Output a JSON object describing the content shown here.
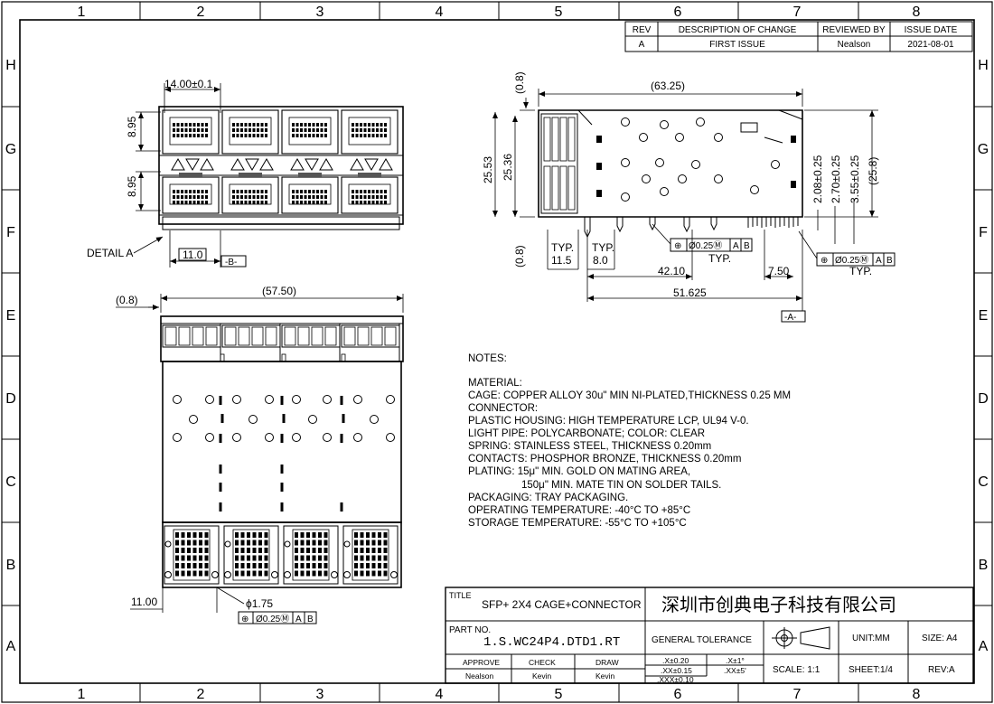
{
  "zones": {
    "columns": [
      "1",
      "2",
      "3",
      "4",
      "5",
      "6",
      "7",
      "8"
    ],
    "rows": [
      "H",
      "G",
      "F",
      "E",
      "D",
      "C",
      "B",
      "A"
    ]
  },
  "revision_table": {
    "headers": [
      "REV",
      "DESCRIPTION OF CHANGE",
      "REVIEWED BY",
      "ISSUE DATE"
    ],
    "rows": [
      [
        "A",
        "FIRST ISSUE",
        "Nealson",
        "2021-08-01"
      ]
    ]
  },
  "front_view": {
    "pitch_dim": "14.00±0.1",
    "upper_port_dim": "8.95",
    "lower_port_dim": "8.95",
    "detail_label": "DETAIL A",
    "bottom_dim": "11.0",
    "datum": "-B-"
  },
  "side_view": {
    "overall_length": "(63.25)",
    "top_offset": "(0.8)",
    "bottom_offset": "(0.8)",
    "height_outer": "25.53",
    "height_inner": "25.36",
    "height_total": "(25.8)",
    "pin_heights": [
      "2.08±0.25",
      "2.70±0.25",
      "3.55±0.25"
    ],
    "typ_label": "TYP.",
    "dim_11_5": "11.5",
    "dim_8_0": "8.0",
    "dim_42_10": "42.10",
    "dim_7_50": "7.50",
    "dim_51_625": "51.625",
    "datum": "-A-",
    "fcf_lead": {
      "symbol": "⊕",
      "tolerance": "Ø0.25Ⓜ",
      "datum1": "A",
      "datum2": "B",
      "note": "TYP."
    },
    "fcf_tail": {
      "symbol": "⊕",
      "tolerance": "Ø0.25Ⓜ",
      "datum1": "A",
      "datum2": "B",
      "note": "TYP."
    }
  },
  "top_view": {
    "width_dim": "(57.50)",
    "edge_dim": "(0.8)",
    "bottom_dim": "11.00",
    "hole_dim": "ϕ1.75",
    "fcf": {
      "symbol": "⊕",
      "tolerance": "Ø0.25Ⓜ",
      "datum1": "A",
      "datum2": "B"
    }
  },
  "notes": {
    "heading": "NOTES:",
    "lines": [
      "MATERIAL:",
      "CAGE: COPPER ALLOY 30u\" MIN NI-PLATED,THICKNESS 0.25 MM",
      "CONNECTOR:",
      "PLASTIC HOUSING: HIGH TEMPERATURE LCP, UL94 V-0.",
      "LIGHT PIPE: POLYCARBONATE; COLOR: CLEAR",
      "SPRING: STAINLESS STEEL, THICKNESS 0.20mm",
      "CONTACTS: PHOSPHOR BRONZE, THICKNESS 0.20mm",
      "PLATING: 15μ\" MIN. GOLD ON MATING AREA,",
      "150μ\" MIN. MATE TIN ON SOLDER TAILS.",
      "PACKAGING: TRAY PACKAGING.",
      "OPERATING TEMPERATURE: -40°C TO +85°C",
      "STORAGE TEMPERATURE: -55°C TO +105°C"
    ]
  },
  "title_block": {
    "title_label": "TITLE",
    "title": "SFP+ 2X4 CAGE+CONNECTOR",
    "company": "深圳市创典电子科技有限公司",
    "part_no_label": "PART NO.",
    "part_no": "1.S.WC24P4.DTD1.RT",
    "general_tolerance": "GENERAL TOLERANCE",
    "tol_left": [
      ".X±0.20",
      ".XX±0.15",
      ".XXX±0.10"
    ],
    "tol_right": [
      ".X±1°",
      ".XX±5'"
    ],
    "unit": "UNIT:MM",
    "size": "SIZE: A4",
    "scale": "SCALE: 1:1",
    "sheet": "SHEET:1/4",
    "rev": "REV:A",
    "approve_label": "APPROVE",
    "check_label": "CHECK",
    "draw_label": "DRAW",
    "approve": "Nealson",
    "check": "Kevin",
    "draw": "Kevin"
  }
}
